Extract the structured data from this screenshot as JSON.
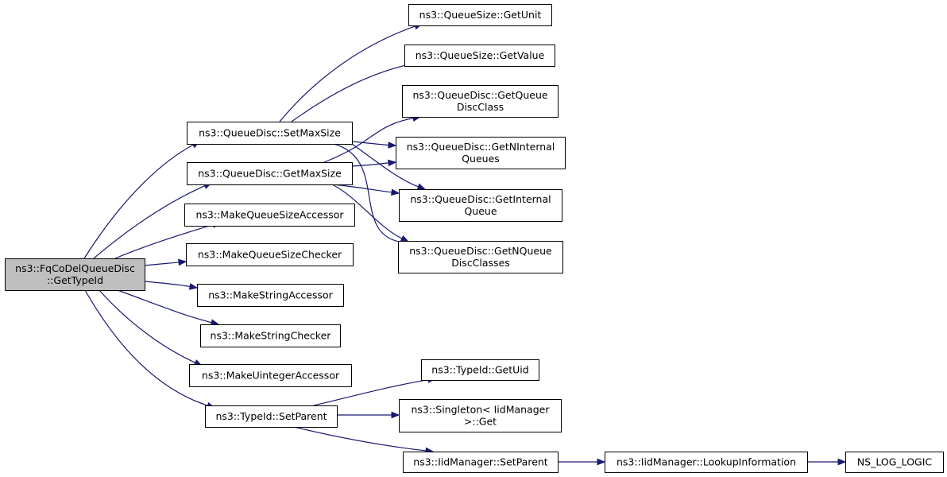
{
  "colors": {
    "edge": "#191970",
    "node_fill": "#ffffff",
    "root_fill": "#bfbfbf",
    "border": "#000000"
  },
  "nodes": [
    {
      "id": "getTypeId",
      "root": true,
      "lines": [
        "ns3::FqCoDelQueueDisc",
        "::GetTypeId"
      ]
    },
    {
      "id": "setMaxSize",
      "lines": [
        "ns3::QueueDisc::SetMaxSize"
      ]
    },
    {
      "id": "getMaxSize",
      "lines": [
        "ns3::QueueDisc::GetMaxSize"
      ]
    },
    {
      "id": "makeQueueSizeAccessor",
      "lines": [
        "ns3::MakeQueueSizeAccessor"
      ]
    },
    {
      "id": "makeQueueSizeChecker",
      "lines": [
        "ns3::MakeQueueSizeChecker"
      ]
    },
    {
      "id": "makeStringAccessor",
      "lines": [
        "ns3::MakeStringAccessor"
      ]
    },
    {
      "id": "makeStringChecker",
      "lines": [
        "ns3::MakeStringChecker"
      ]
    },
    {
      "id": "makeUintegerAccessor",
      "lines": [
        "ns3::MakeUintegerAccessor"
      ]
    },
    {
      "id": "typeIdSetParent",
      "lines": [
        "ns3::TypeId::SetParent"
      ]
    },
    {
      "id": "queueSizeGetUnit",
      "lines": [
        "ns3::QueueSize::GetUnit"
      ]
    },
    {
      "id": "queueSizeGetValue",
      "lines": [
        "ns3::QueueSize::GetValue"
      ]
    },
    {
      "id": "getQueueDiscClass",
      "lines": [
        "ns3::QueueDisc::GetQueue",
        "DiscClass"
      ]
    },
    {
      "id": "getNInternalQueues",
      "lines": [
        "ns3::QueueDisc::GetNInternal",
        "Queues"
      ]
    },
    {
      "id": "getInternalQueue",
      "lines": [
        "ns3::QueueDisc::GetInternal",
        "Queue"
      ]
    },
    {
      "id": "getNQueueDiscClasses",
      "lines": [
        "ns3::QueueDisc::GetNQueue",
        "DiscClasses"
      ]
    },
    {
      "id": "typeIdGetUid",
      "lines": [
        "ns3::TypeId::GetUid"
      ]
    },
    {
      "id": "singletonGet",
      "lines": [
        "ns3::Singleton< IidManager",
        ">::Get"
      ]
    },
    {
      "id": "iidSetParent",
      "lines": [
        "ns3::IidManager::SetParent"
      ]
    },
    {
      "id": "lookupInformation",
      "lines": [
        "ns3::IidManager::LookupInformation"
      ]
    },
    {
      "id": "nsLogLogic",
      "lines": [
        "NS_LOG_LOGIC"
      ]
    }
  ],
  "edges": [
    [
      "getTypeId",
      "setMaxSize"
    ],
    [
      "getTypeId",
      "getMaxSize"
    ],
    [
      "getTypeId",
      "makeQueueSizeAccessor"
    ],
    [
      "getTypeId",
      "makeQueueSizeChecker"
    ],
    [
      "getTypeId",
      "makeStringAccessor"
    ],
    [
      "getTypeId",
      "makeStringChecker"
    ],
    [
      "getTypeId",
      "makeUintegerAccessor"
    ],
    [
      "getTypeId",
      "typeIdSetParent"
    ],
    [
      "setMaxSize",
      "queueSizeGetUnit"
    ],
    [
      "setMaxSize",
      "queueSizeGetValue"
    ],
    [
      "setMaxSize",
      "getNInternalQueues"
    ],
    [
      "setMaxSize",
      "getInternalQueue"
    ],
    [
      "setMaxSize",
      "getNQueueDiscClasses"
    ],
    [
      "getMaxSize",
      "getQueueDiscClass"
    ],
    [
      "getMaxSize",
      "getNInternalQueues"
    ],
    [
      "getMaxSize",
      "getInternalQueue"
    ],
    [
      "getMaxSize",
      "getNQueueDiscClasses"
    ],
    [
      "typeIdSetParent",
      "typeIdGetUid"
    ],
    [
      "typeIdSetParent",
      "singletonGet"
    ],
    [
      "typeIdSetParent",
      "iidSetParent"
    ],
    [
      "iidSetParent",
      "lookupInformation"
    ],
    [
      "lookupInformation",
      "nsLogLogic"
    ]
  ]
}
